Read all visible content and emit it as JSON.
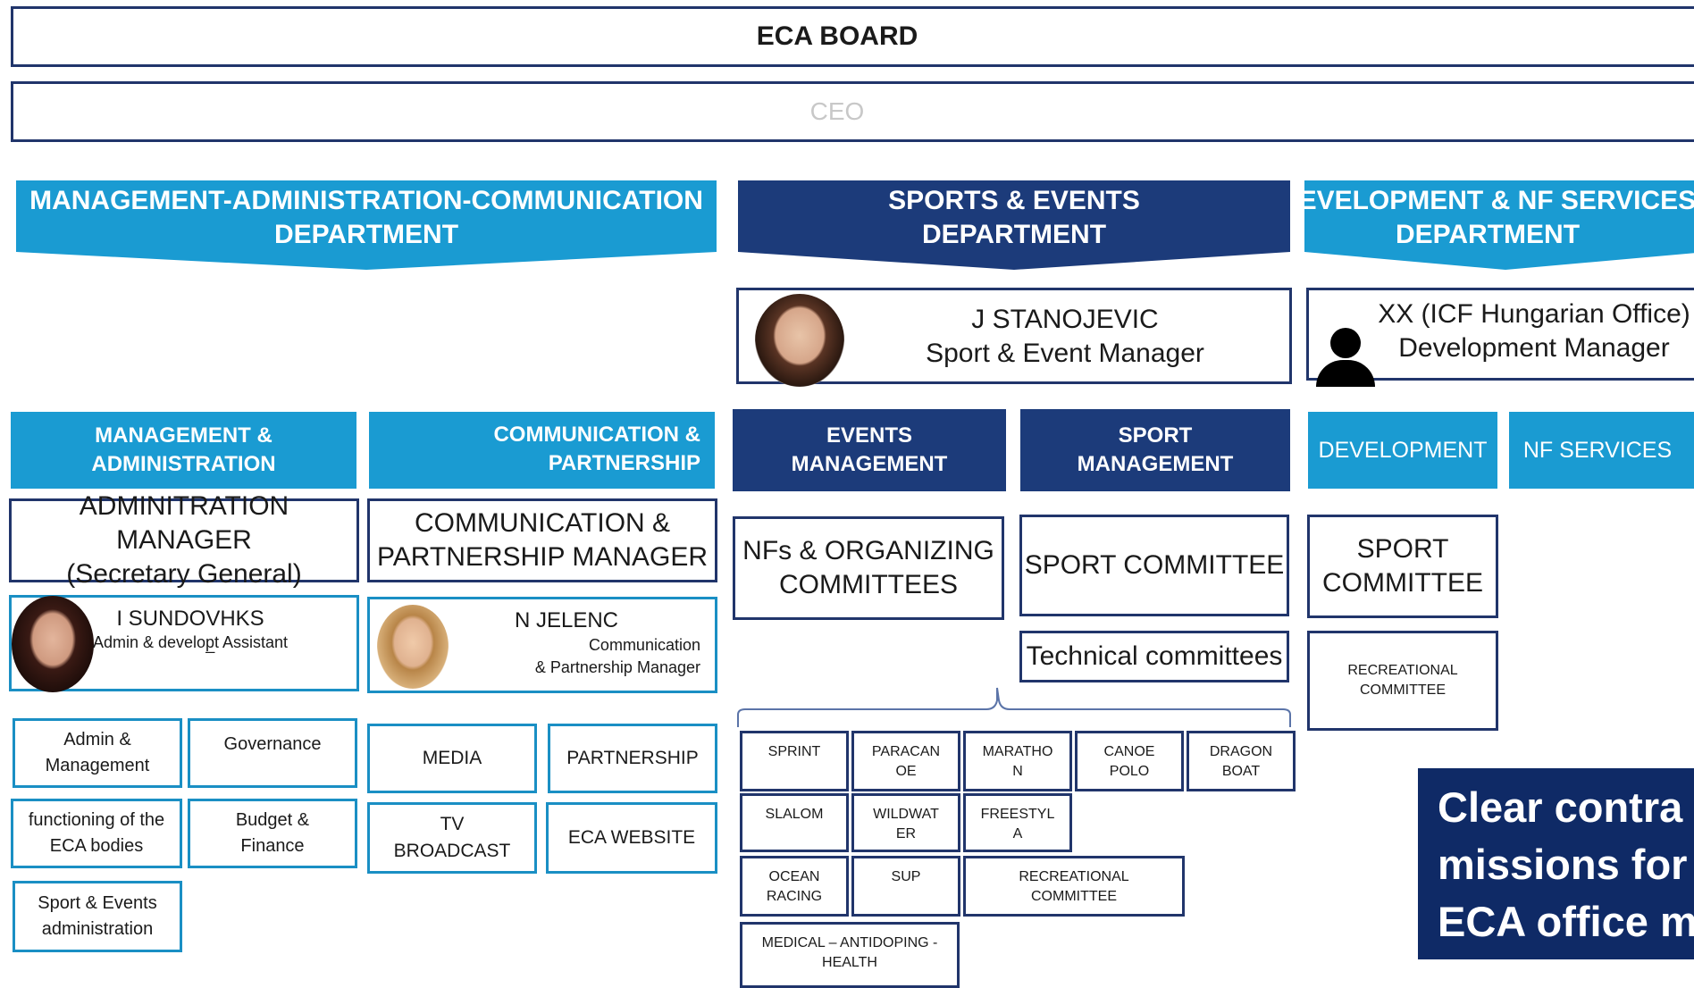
{
  "board": "ECA BOARD",
  "ceo": "CEO",
  "departments": {
    "mac": {
      "line1": "MANAGEMENT-ADMINISTRATION-COMMUNICATION",
      "line2": "DEPARTMENT"
    },
    "sports": {
      "line1": "SPORTS & EVENTS",
      "line2": "DEPARTMENT"
    },
    "dev": {
      "line1": "DEVELOPMENT & NF SERVICES",
      "line2": "DEPARTMENT"
    }
  },
  "managers": {
    "sports": {
      "name": "J STANOJEVIC",
      "title": "Sport & Event Manager"
    },
    "dev": {
      "name": "XX (ICF Hungarian Office)",
      "title": "Development Manager"
    }
  },
  "units": {
    "mgmt_admin": {
      "line1": "MANAGEMENT &",
      "line2": "ADMINISTRATION"
    },
    "comm_part": {
      "line1": "COMMUNICATION &",
      "line2": "PARTNERSHIP"
    },
    "events_mgmt": {
      "line1": "EVENTS",
      "line2": "MANAGEMENT"
    },
    "sport_mgmt": {
      "line1": "SPORT",
      "line2": "MANAGEMENT"
    },
    "development": "DEVELOPMENT",
    "nf_services": "NF SERVICES"
  },
  "roles": {
    "admin_manager": {
      "line1": "ADMINITRATION MANAGER",
      "line2": "(Secretary General)"
    },
    "comm_manager": {
      "line1": "COMMUNICATION &",
      "line2": "PARTNERSHIP MANAGER"
    },
    "nfs_ocs": {
      "line1": "NFs & ORGANIZING",
      "line2": "COMMITTEES"
    },
    "sport_committee": "SPORT COMMITTEE",
    "technical_committees": "Technical committees",
    "dev_sport_committee": {
      "line1": "SPORT",
      "line2": "COMMITTEE"
    },
    "dev_recreational": {
      "line1": "RECREATIONAL",
      "line2": "COMMITTEE"
    }
  },
  "people": {
    "sundovhks": {
      "name": "I SUNDOVHKS",
      "title": "Admin & develop̲t Assistant"
    },
    "jelenc": {
      "name": "N JELENC",
      "title1": "Communication",
      "title2": "& Partnership Manager"
    }
  },
  "admin_tasks": {
    "admin_mgmt": {
      "line1": "Admin &",
      "line2": "Management"
    },
    "governance": "Governance",
    "functioning": {
      "line1": "functioning of the",
      "line2": "ECA bodies"
    },
    "budget": {
      "line1": "Budget &",
      "line2": "Finance"
    },
    "sport_events_admin": {
      "line1": "Sport & Events",
      "line2": "administration"
    }
  },
  "comm_tasks": {
    "media": "MEDIA",
    "partnership": "PARTNERSHIP",
    "tv": {
      "line1": "TV",
      "line2": "BROADCAST"
    },
    "website": "ECA WEBSITE"
  },
  "disciplines": {
    "sprint": "SPRINT",
    "paracanoe": {
      "line1": "PARACAN",
      "line2": "OE"
    },
    "marathon": {
      "line1": "MARATHO",
      "line2": "N"
    },
    "canoe_polo": {
      "line1": "CANOE",
      "line2": "POLO"
    },
    "dragon_boat": {
      "line1": "DRAGON",
      "line2": "BOAT"
    },
    "slalom": "SLALOM",
    "wildwater": {
      "line1": "WILDWAT",
      "line2": "ER"
    },
    "freestyle": {
      "line1": "FREESTYL",
      "line2": "A"
    },
    "ocean_racing": {
      "line1": "OCEAN",
      "line2": "RACING"
    },
    "sup": "SUP",
    "recreational": {
      "line1": "RECREATIONAL",
      "line2": "COMMITTEE"
    },
    "medical": {
      "line1": "MEDICAL – ANTIDOPING -",
      "line2": "HEALTH"
    }
  },
  "banner": {
    "line1": "Clear contra",
    "line2": "missions for",
    "line3": "ECA office m"
  },
  "colors": {
    "light_blue": "#1a9bd2",
    "dark_blue": "#1c3b7a",
    "navy_border": "#21356b",
    "banner": "#0f2a66"
  }
}
